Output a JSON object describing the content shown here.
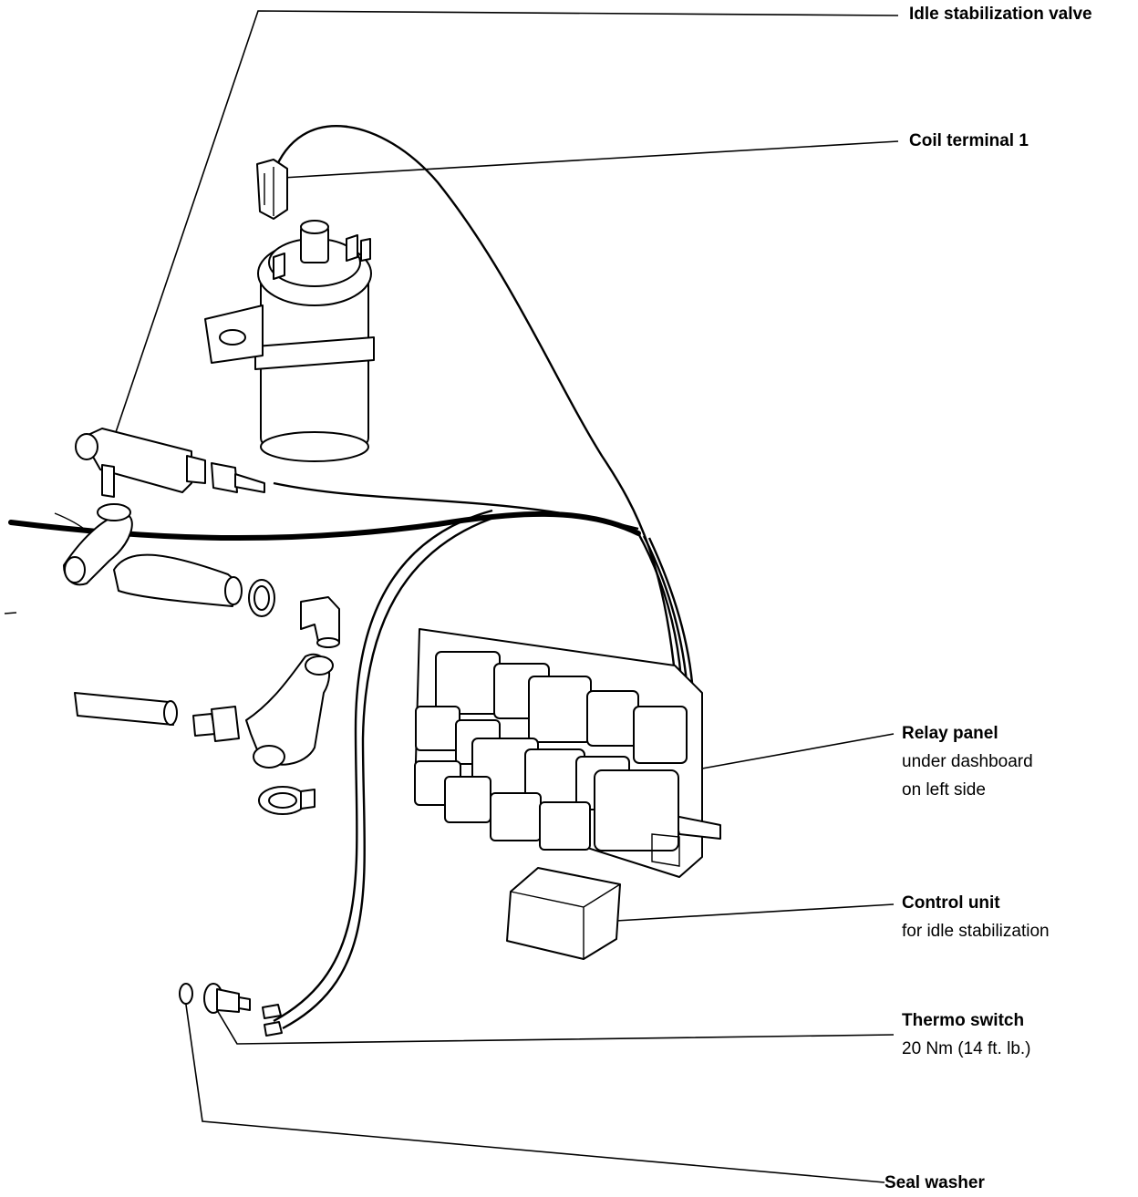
{
  "labels": {
    "idle_valve": {
      "title": "Idle stabilization valve"
    },
    "coil_terminal": {
      "title": "Coil terminal 1"
    },
    "relay_panel": {
      "title": "Relay panel",
      "lines": [
        "under dashboard",
        "on left side"
      ]
    },
    "control_unit": {
      "title": "Control unit",
      "lines": [
        "for idle stabilization"
      ]
    },
    "thermo_switch": {
      "title": "Thermo switch",
      "lines": [
        "20 Nm (14 ft. lb.)"
      ]
    },
    "seal_washer": {
      "title": "Seal washer"
    }
  },
  "colors": {
    "ink": "#000000",
    "paper": "#ffffff"
  }
}
